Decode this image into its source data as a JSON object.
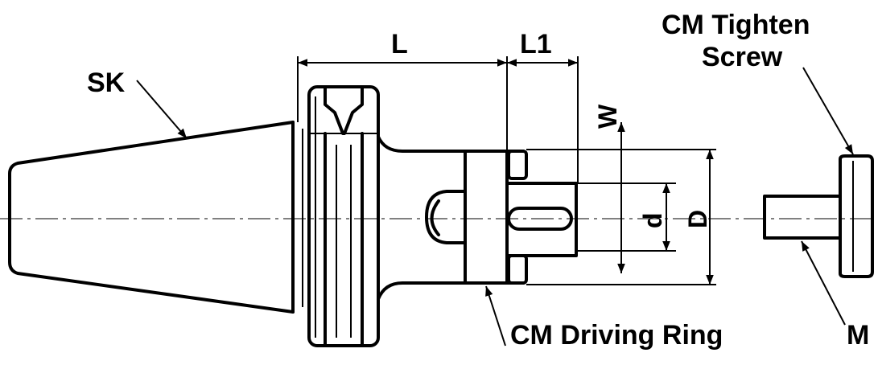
{
  "labels": {
    "sk": "SK",
    "l": "L",
    "l1": "L1",
    "w": "W",
    "d_small": "d",
    "d_large": "D",
    "cm_tighten_screw_line1": "CM Tighten",
    "cm_tighten_screw_line2": "Screw",
    "cm_driving_ring": "CM Driving Ring",
    "m": "M"
  }
}
